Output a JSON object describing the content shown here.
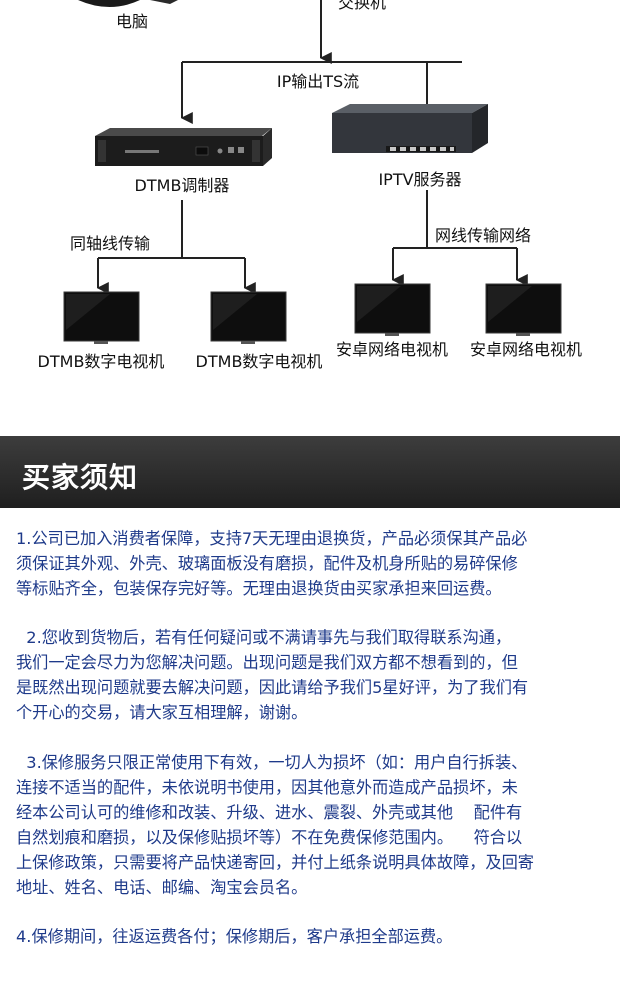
{
  "diagram": {
    "computer_label": "电脑",
    "switch_label": "交换机",
    "ip_out_label": "IP输出TS流",
    "modulator_label": "DTMB调制器",
    "iptv_server_label": "IPTV服务器",
    "coax_label": "同轴线传输",
    "network_label": "网线传输网络",
    "tv_left_1": "DTMB数字电视机",
    "tv_left_2": "DTMB数字电视机",
    "tv_right_1": "安卓网络电视机",
    "tv_right_2": "安卓网络电视机"
  },
  "notice": {
    "title": "买家须知",
    "p1": "1.公司已加入消费者保障，支持7天无理由退换货，产品必须保其产品必\n须保证其外观、外壳、玻璃面板没有磨损，配件及机身所贴的易碎保修\n等标贴齐全，包装保存完好等。无理由退换货由买家承担来回运费。",
    "p2": "  2.您收到货物后，若有任何疑问或不满请事先与我们取得联系沟通，\n我们一定会尽力为您解决问题。出现问题是我们双方都不想看到的，但\n是既然出现问题就要去解决问题，因此请给予我们5星好评，为了我们有\n个开心的交易，请大家互相理解，谢谢。",
    "p3": "  3.保修服务只限正常使用下有效，一切人为损坏（如：用户自行拆装、\n连接不适当的配件，未依说明书使用，因其他意外而造成产品损坏，未\n经本公司认可的维修和改装、升级、进水、震裂、外壳或其他    配件有\n自然划痕和磨损，以及保修贴损坏等）不在免费保修范围内。    符合以\n上保修政策，只需要将产品快递寄回，并付上纸条说明具体故障，及回寄\n地址、姓名、电话、邮编、淘宝会员名。",
    "p4": "4.保修期间，往返运费各付；保修期后，客户承担全部运费。"
  }
}
